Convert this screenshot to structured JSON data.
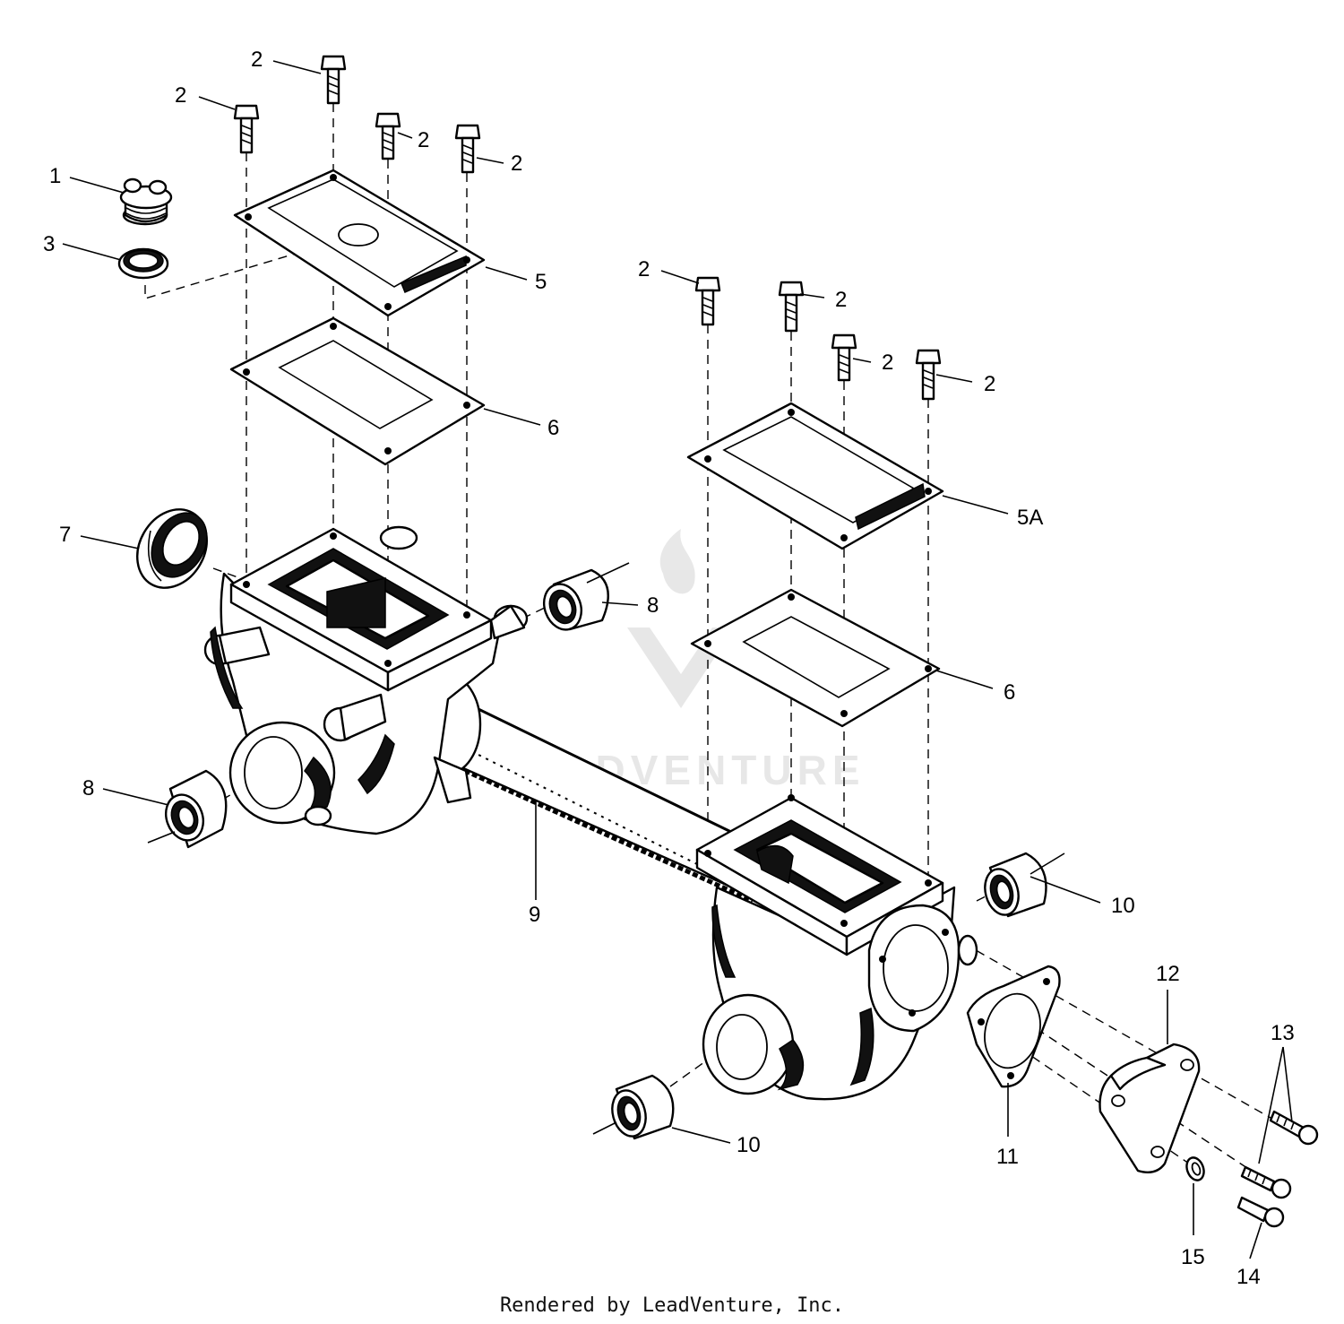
{
  "footer_text": "Rendered by LeadVenture, Inc.",
  "watermark_text": "LEADVENTURE",
  "callouts": [
    {
      "id": "c1",
      "text": "1"
    },
    {
      "id": "c3",
      "text": "3"
    },
    {
      "id": "c2a",
      "text": "2"
    },
    {
      "id": "c2b",
      "text": "2"
    },
    {
      "id": "c2c",
      "text": "2"
    },
    {
      "id": "c2d",
      "text": "2"
    },
    {
      "id": "c5",
      "text": "5"
    },
    {
      "id": "c6a",
      "text": "6"
    },
    {
      "id": "c7",
      "text": "7"
    },
    {
      "id": "c8a",
      "text": "8"
    },
    {
      "id": "c8b",
      "text": "8"
    },
    {
      "id": "c9",
      "text": "9"
    },
    {
      "id": "c2e",
      "text": "2"
    },
    {
      "id": "c2f",
      "text": "2"
    },
    {
      "id": "c2g",
      "text": "2"
    },
    {
      "id": "c2h",
      "text": "2"
    },
    {
      "id": "c5a",
      "text": "5A"
    },
    {
      "id": "c6b",
      "text": "6"
    },
    {
      "id": "c10a",
      "text": "10"
    },
    {
      "id": "c10b",
      "text": "10"
    },
    {
      "id": "c11",
      "text": "11"
    },
    {
      "id": "c12",
      "text": "12"
    },
    {
      "id": "c13",
      "text": "13"
    },
    {
      "id": "c14",
      "text": "14"
    },
    {
      "id": "c15",
      "text": "15"
    }
  ]
}
